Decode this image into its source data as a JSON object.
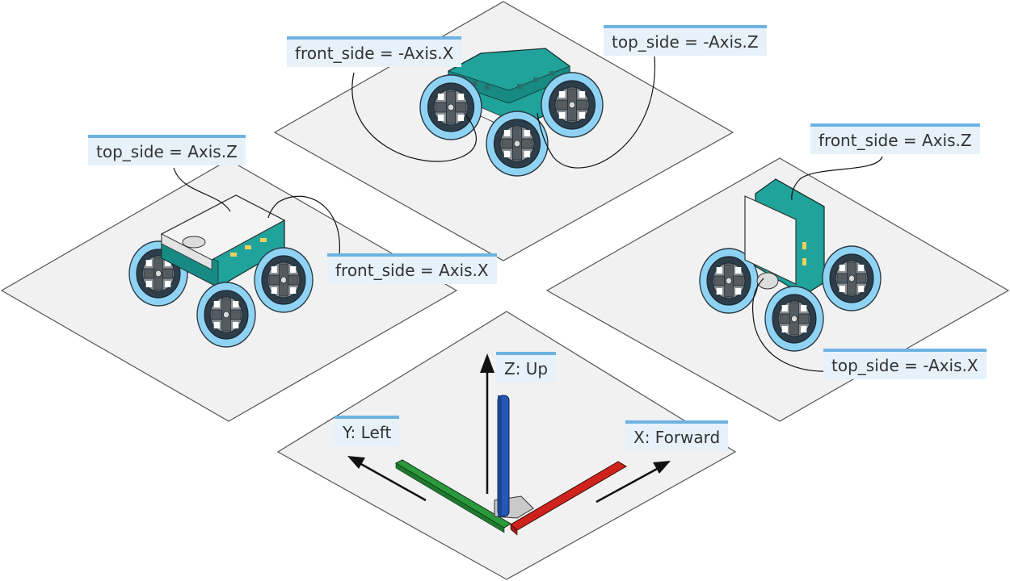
{
  "labels": {
    "top_center_front": "front_side = -Axis.X",
    "top_center_top": "top_side = -Axis.Z",
    "left_top": "top_side = Axis.Z",
    "left_front": "front_side = Axis.X",
    "right_front": "front_side = Axis.Z",
    "right_top": "top_side = -Axis.X",
    "axis_z": "Z: Up",
    "axis_y": "Y: Left",
    "axis_x": "X: Forward"
  },
  "colors": {
    "plate_fill": "#f1f1f1",
    "plate_stroke": "#555555",
    "hub_teal": "#1fa39b",
    "hub_white": "#f4f4f4",
    "tire_blue": "#8fd3f4",
    "tire_dark": "#2d3e4a",
    "label_bg": "#e6f1fa",
    "label_bar": "#6db3e2",
    "axis_x": "#d0221d",
    "axis_y": "#2a9a3c",
    "axis_z": "#2358b5"
  }
}
